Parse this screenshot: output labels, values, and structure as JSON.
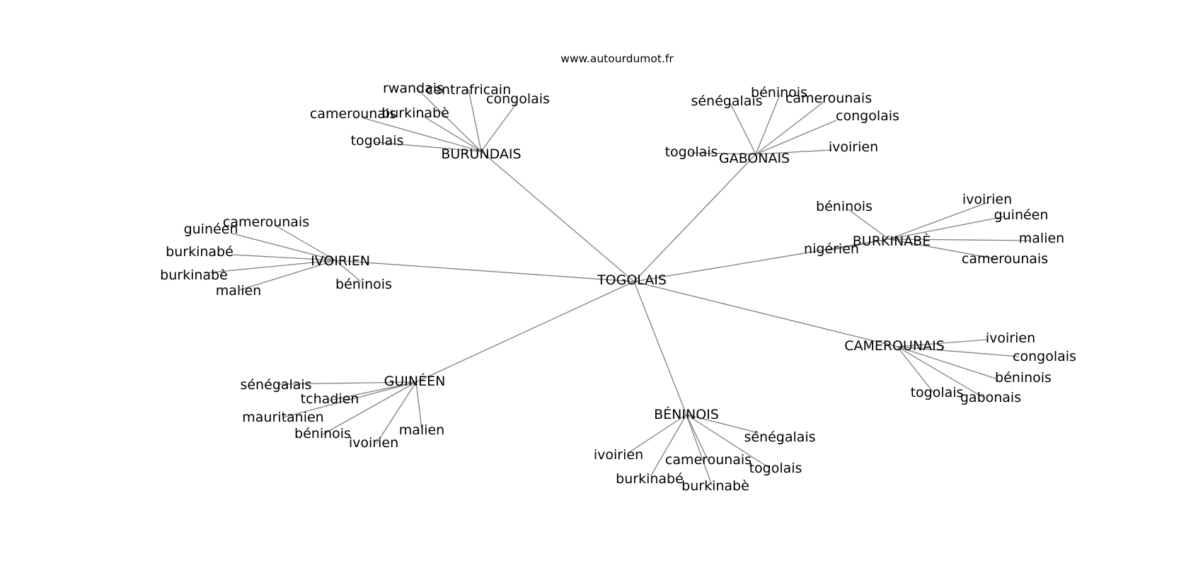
{
  "site": "www.autourdumot.fr",
  "center": {
    "id": "c",
    "label": "TOGOLAIS"
  },
  "hubs": [
    {
      "id": "h1",
      "label": "BURUNDAIS",
      "leaves": [
        "rwandais",
        "centrafricain",
        "congolais",
        "camerounais",
        "burkinabè",
        "togolais"
      ]
    },
    {
      "id": "h2",
      "label": "GABONAIS",
      "leaves": [
        "sénégalais",
        "béninois",
        "camerounais",
        "congolais",
        "togolais",
        "ivoirien"
      ]
    },
    {
      "id": "h3",
      "label": "IVOIRIEN",
      "leaves": [
        "camerounais",
        "guinéen",
        "burkinabé",
        "burkinabè",
        "malien",
        "béninois"
      ]
    },
    {
      "id": "h4",
      "label": "BURKINABÈ",
      "leaves": [
        "béninois",
        "ivoirien",
        "guinéen",
        "malien",
        "nigérien",
        "camerounais"
      ]
    },
    {
      "id": "h5",
      "label": "CAMEROUNAIS",
      "leaves": [
        "ivoirien",
        "congolais",
        "béninois",
        "togolais",
        "gabonais"
      ]
    },
    {
      "id": "h6",
      "label": "GUINÉEN",
      "leaves": [
        "sénégalais",
        "tchadien",
        "mauritanien",
        "béninois",
        "ivoirien",
        "malien"
      ]
    },
    {
      "id": "h7",
      "label": "BÉNINOIS",
      "leaves": [
        "sénégalais",
        "ivoirien",
        "camerounais",
        "togolais",
        "burkinabé",
        "burkinabè"
      ]
    }
  ]
}
